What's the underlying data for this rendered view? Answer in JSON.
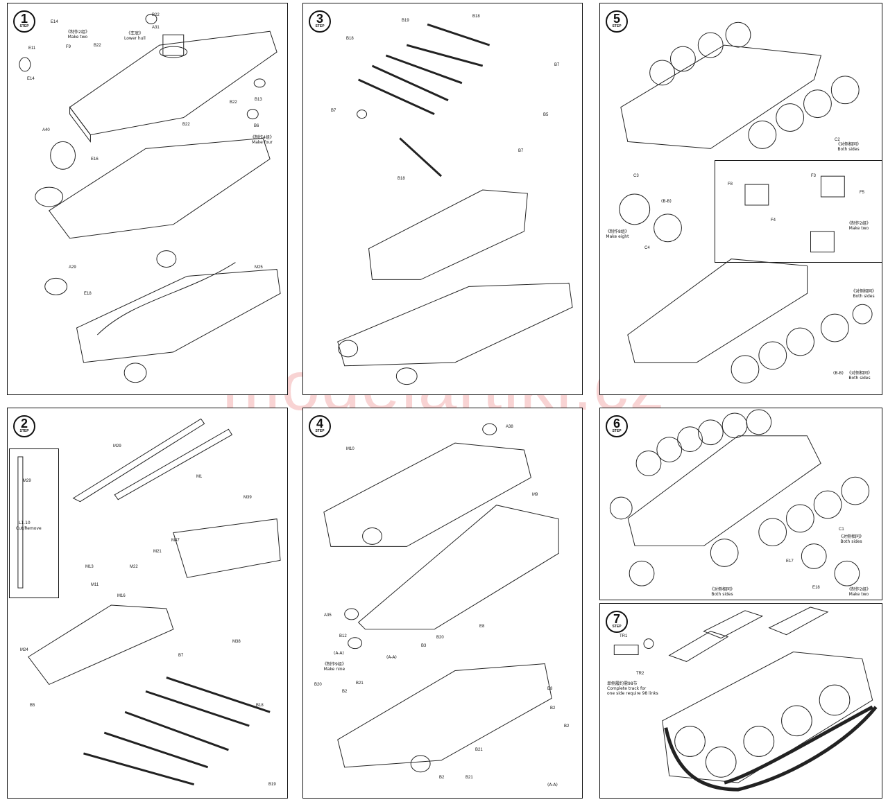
{
  "watermark": "modelartikl.cz",
  "steps": {
    "s1": {
      "number": "1",
      "label": "STEP"
    },
    "s2": {
      "number": "2",
      "label": "STEP"
    },
    "s3": {
      "number": "3",
      "label": "STEP"
    },
    "s4": {
      "number": "4",
      "label": "STEP"
    },
    "s5": {
      "number": "5",
      "label": "STEP"
    },
    "s6": {
      "number": "6",
      "label": "STEP"
    },
    "s7": {
      "number": "7",
      "label": "STEP"
    }
  },
  "panel1": {
    "parts": [
      "E14",
      "F9",
      "E11",
      "B22",
      "A31",
      "B22",
      "E14",
      "B13",
      "B22",
      "B22",
      "B6",
      "A40",
      "E16",
      "A29",
      "E18",
      "M25"
    ],
    "note_make_two": "《制作2组》\nMake two",
    "note_lower_hull": "《车底》\nLower hull",
    "note_make_four": "《制作4组》\nMake four"
  },
  "panel2": {
    "parts": [
      "M29",
      "M1",
      "M29",
      "M13",
      "M22",
      "M21",
      "M47",
      "M11",
      "M16",
      "M24",
      "B7",
      "B5",
      "B18",
      "B19",
      "M38",
      "M39"
    ],
    "note_cut": "Cut/Remove",
    "note_cut_code": "L1.10"
  },
  "panel3": {
    "parts": [
      "B19",
      "B18",
      "B18",
      "B7",
      "B7",
      "B5",
      "B7",
      "B18"
    ]
  },
  "panel4": {
    "parts": [
      "M10",
      "M9",
      "A38",
      "A35",
      "B12",
      "B20",
      "B20",
      "B3",
      "E8",
      "B2",
      "B21",
      "B2",
      "B21",
      "B2",
      "B2",
      "B21",
      "E8"
    ],
    "note_make_nine": "《制作9组》\nMake nine",
    "note_aa": "(A-A)"
  },
  "panel5": {
    "parts": [
      "C3",
      "C4",
      "F8",
      "F4",
      "F3",
      "F5",
      "C2"
    ],
    "note_both_sides": "《对侧相同》\nBoth sides",
    "note_make_eight": "《制作8组》\nMake eight",
    "note_make_two": "《制作2组》\nMake two",
    "note_bb": "(B-B)"
  },
  "panel6": {
    "parts": [
      "C1",
      "E17",
      "E18"
    ],
    "note_both_sides": "《对侧相同》\nBoth sides",
    "note_make_two": "《制作2组》\nMake two"
  },
  "panel7": {
    "parts": [
      "TR1",
      "TR2"
    ],
    "note_track": "单侧履约需98节\nComplete track for\none side require 98 links"
  }
}
